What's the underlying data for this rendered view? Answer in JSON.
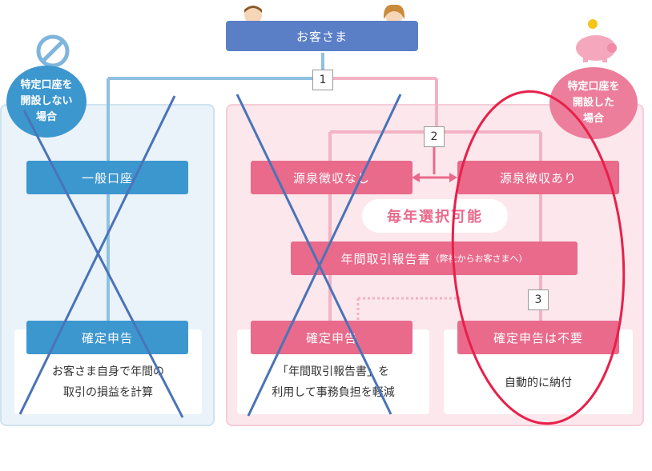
{
  "customer": {
    "label": "お客さま"
  },
  "without_account": {
    "label": "特定口座を\n開設しない\n場合"
  },
  "with_account": {
    "label": "特定口座を\n開設した\n場合"
  },
  "steps": {
    "one": "1",
    "two": "2",
    "three": "3"
  },
  "general": {
    "account": "一般口座",
    "filing": "確定申告",
    "note": "お客さま自身で年間の\n取引の損益を計算"
  },
  "no_withholding": {
    "account": "源泉徴収なし",
    "filing": "確定申告",
    "note": "「年間取引報告書」を\n利用して事務負担を軽減"
  },
  "withholding": {
    "account": "源泉徴収あり",
    "filing": "確定申告は不要",
    "note": "自動的に納付"
  },
  "yearly_choice": "毎年選択可能",
  "annual_report": {
    "main": "年間取引報告書",
    "sub": "（弊社からお客さまへ）"
  },
  "colors": {
    "blue": "#3d97cf",
    "pink": "#e96a8b",
    "annotation_cross": "#4a73b8",
    "annotation_circle": "#e8204a"
  }
}
